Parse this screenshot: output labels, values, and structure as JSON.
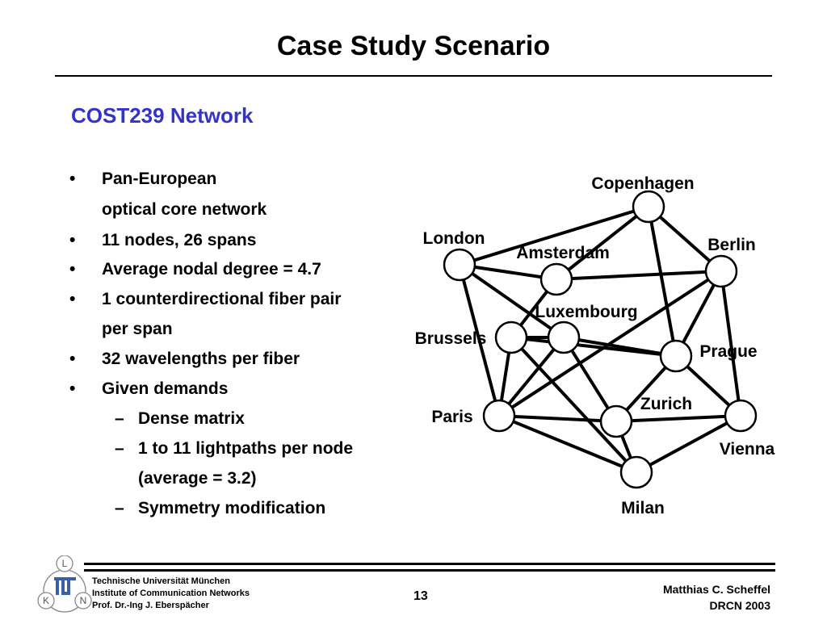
{
  "slide": {
    "title": "Case Study Scenario",
    "subtitle": "COST239 Network",
    "bullets": [
      "Pan-European",
      "optical core network",
      "11 nodes, 26 spans",
      "Average nodal degree = 4.7",
      "1 counterdirectional fiber pair",
      "per span",
      "32 wavelengths per fiber",
      "Given demands"
    ],
    "subbullets": [
      "Dense matrix",
      "1 to 11 lightpaths per node",
      "(average = 3.2)",
      "Symmetry modification"
    ],
    "bullet_glyph": "•",
    "dash_glyph": "–"
  },
  "network": {
    "nodes": {
      "copenhagen": "Copenhagen",
      "london": "London",
      "amsterdam": "Amsterdam",
      "berlin": "Berlin",
      "luxembourg": "Luxembourg",
      "brussels": "Brussels",
      "prague": "Prague",
      "zurich": "Zurich",
      "paris": "Paris",
      "vienna": "Vienna",
      "milan": "Milan"
    }
  },
  "footer": {
    "logo_letters": {
      "top": "L",
      "left": "K",
      "right": "N"
    },
    "university": "Technische Universität München",
    "institute": "Institute of Communication Networks",
    "professor": "Prof. Dr.-Ing J. Eberspächer",
    "page": "13",
    "author": "Matthias C. Scheffel",
    "venue": "DRCN 2003"
  }
}
